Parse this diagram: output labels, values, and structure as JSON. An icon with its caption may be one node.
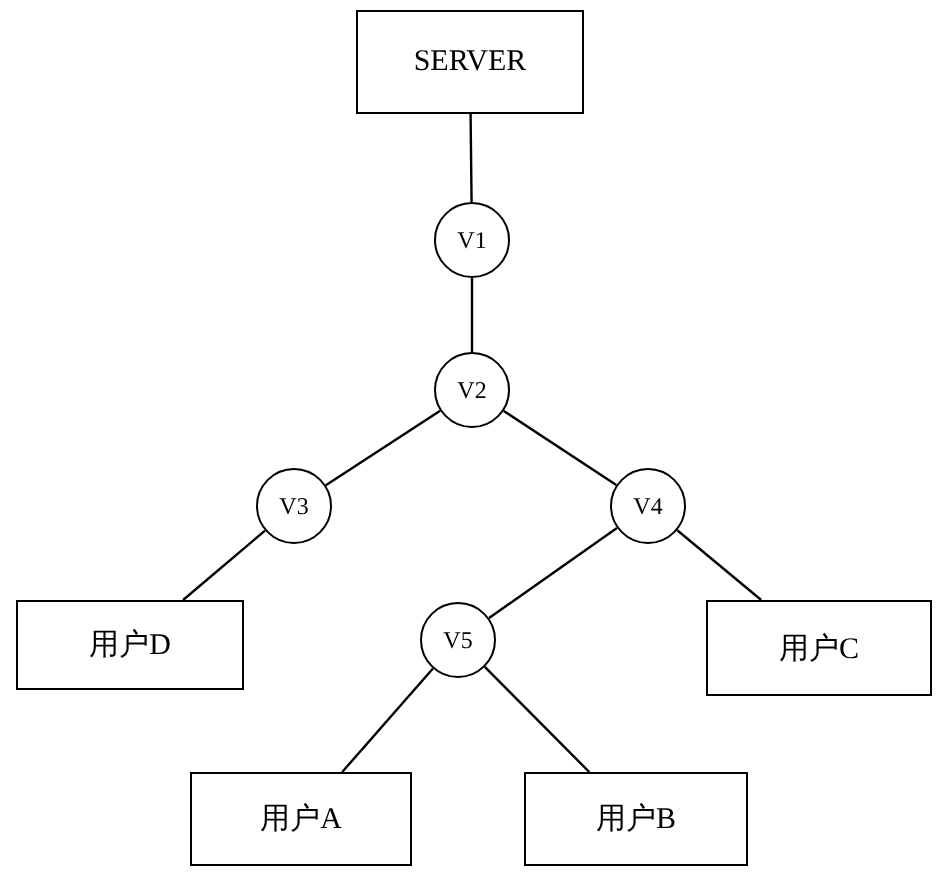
{
  "diagram": {
    "nodes": [
      {
        "text": [
          "SERVER"
        ]
      },
      {
        "text": [
          "V1"
        ]
      },
      {
        "text": [
          "V2"
        ]
      },
      {
        "text": [
          "V3"
        ]
      },
      {
        "text": [
          "V4"
        ]
      },
      {
        "text": [
          "用户D"
        ]
      },
      {
        "text": [
          "V5"
        ]
      },
      {
        "text": [
          "用户C"
        ]
      },
      {
        "text": [
          "用户A"
        ]
      },
      {
        "text": [
          "用户B"
        ]
      }
    ],
    "edges": [
      {
        "from": 0,
        "to": 1,
        "arrow": "none"
      },
      {
        "from": 1,
        "to": 2,
        "arrow": "none"
      },
      {
        "from": 2,
        "to": 3,
        "arrow": "none"
      },
      {
        "from": 2,
        "to": 4,
        "arrow": "none"
      },
      {
        "from": 3,
        "to": 5,
        "arrow": "none"
      },
      {
        "from": 4,
        "to": 6,
        "arrow": "none"
      },
      {
        "from": 4,
        "to": 7,
        "arrow": "none"
      },
      {
        "from": 6,
        "to": 8,
        "arrow": "none"
      },
      {
        "from": 6,
        "to": 9,
        "arrow": "none"
      }
    ]
  }
}
